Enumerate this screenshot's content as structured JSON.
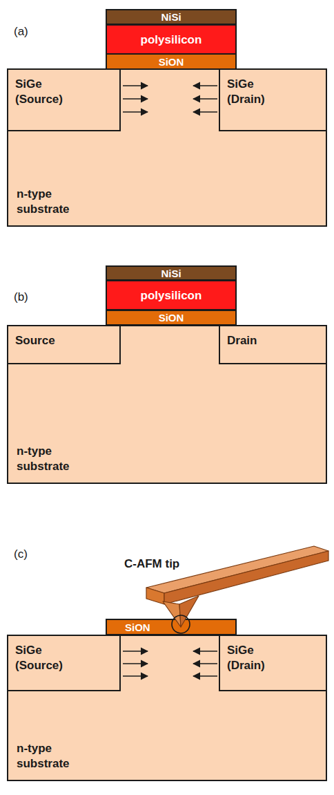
{
  "diagram": {
    "nodes": [
      {
        "text": [
          "NiSi"
        ]
      },
      {
        "text": [
          "polysilicon"
        ]
      },
      {
        "text": [
          "SiON"
        ]
      },
      {
        "text": [
          "n-type substrate"
        ]
      },
      {
        "text": [
          "SiGe (Source)"
        ],
        "in": 3
      },
      {
        "text": [
          "SiGe (Drain)"
        ],
        "in": 3
      },
      {
        "text": [
          "NiSi"
        ]
      },
      {
        "text": [
          "polysilicon"
        ]
      },
      {
        "text": [
          "SiON"
        ]
      },
      {
        "text": [
          "n-type substrate"
        ]
      },
      {
        "text": [
          "Source"
        ],
        "in": 9
      },
      {
        "text": [
          "Drain"
        ],
        "in": 9
      },
      {
        "text": [
          "SiON"
        ]
      },
      {
        "text": [
          "n-type substrate"
        ]
      },
      {
        "text": [
          "SiGe (Source)"
        ],
        "in": 13
      },
      {
        "text": [
          "SiGe (Drain)"
        ],
        "in": 13
      }
    ],
    "labels": [
      "(a)",
      "(b)",
      "(c)",
      "C-AFM tip"
    ]
  }
}
